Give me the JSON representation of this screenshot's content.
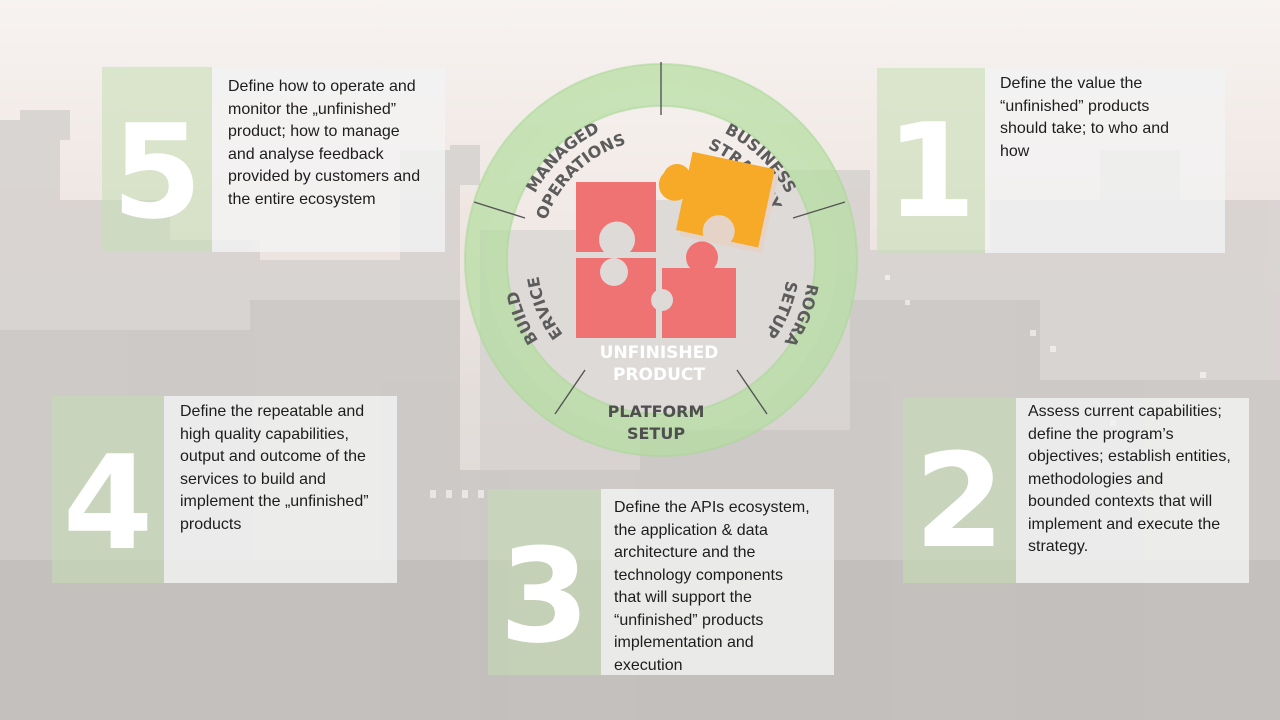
{
  "wheel": {
    "segments": {
      "business_strategy": [
        "BUSINESS",
        "STRATEGY"
      ],
      "program_setup": [
        "PROGRAM",
        "SETUP"
      ],
      "platform_setup": [
        "PLATFORM",
        "SETUP"
      ],
      "build_services": [
        "BUILD",
        "SERVICES"
      ],
      "managed_operations": [
        "MANAGED",
        "OPERATIONS"
      ]
    },
    "center": [
      "UNFINISHED",
      "PRODUCT"
    ]
  },
  "steps": [
    {
      "number": "1",
      "lines": [
        "Define the value the",
        "“unfinished” products",
        "should take; to who and",
        "how"
      ]
    },
    {
      "number": "2",
      "lines": [
        "Assess current capabilities;",
        "define the program’s",
        "objectives; establish entities,",
        "methodologies and",
        "bounded contexts that will",
        "implement and execute the",
        "strategy."
      ]
    },
    {
      "number": "3",
      "lines": [
        "Define the APIs ecosystem,",
        "the application & data",
        "architecture and the",
        "technology components",
        "that will support the",
        "“unfinished” products",
        "implementation and",
        "execution"
      ]
    },
    {
      "number": "4",
      "lines": [
        "Define the repeatable and",
        "high quality capabilities,",
        "output and outcome of the",
        "services to build and",
        "implement the „unfinished”",
        "products"
      ]
    },
    {
      "number": "5",
      "lines": [
        "Define how to operate and",
        "monitor the „unfinished”",
        "product; how to manage",
        "and analyse feedback",
        "provided by customers and",
        "the entire ecosystem"
      ]
    }
  ],
  "colors": {
    "ring_green": "#c6e3b5",
    "number_block": "#c4deb2",
    "puzzle_red": "#f07373",
    "puzzle_orange": "#f7a928"
  },
  "icons": [
    "puzzle-icon"
  ]
}
